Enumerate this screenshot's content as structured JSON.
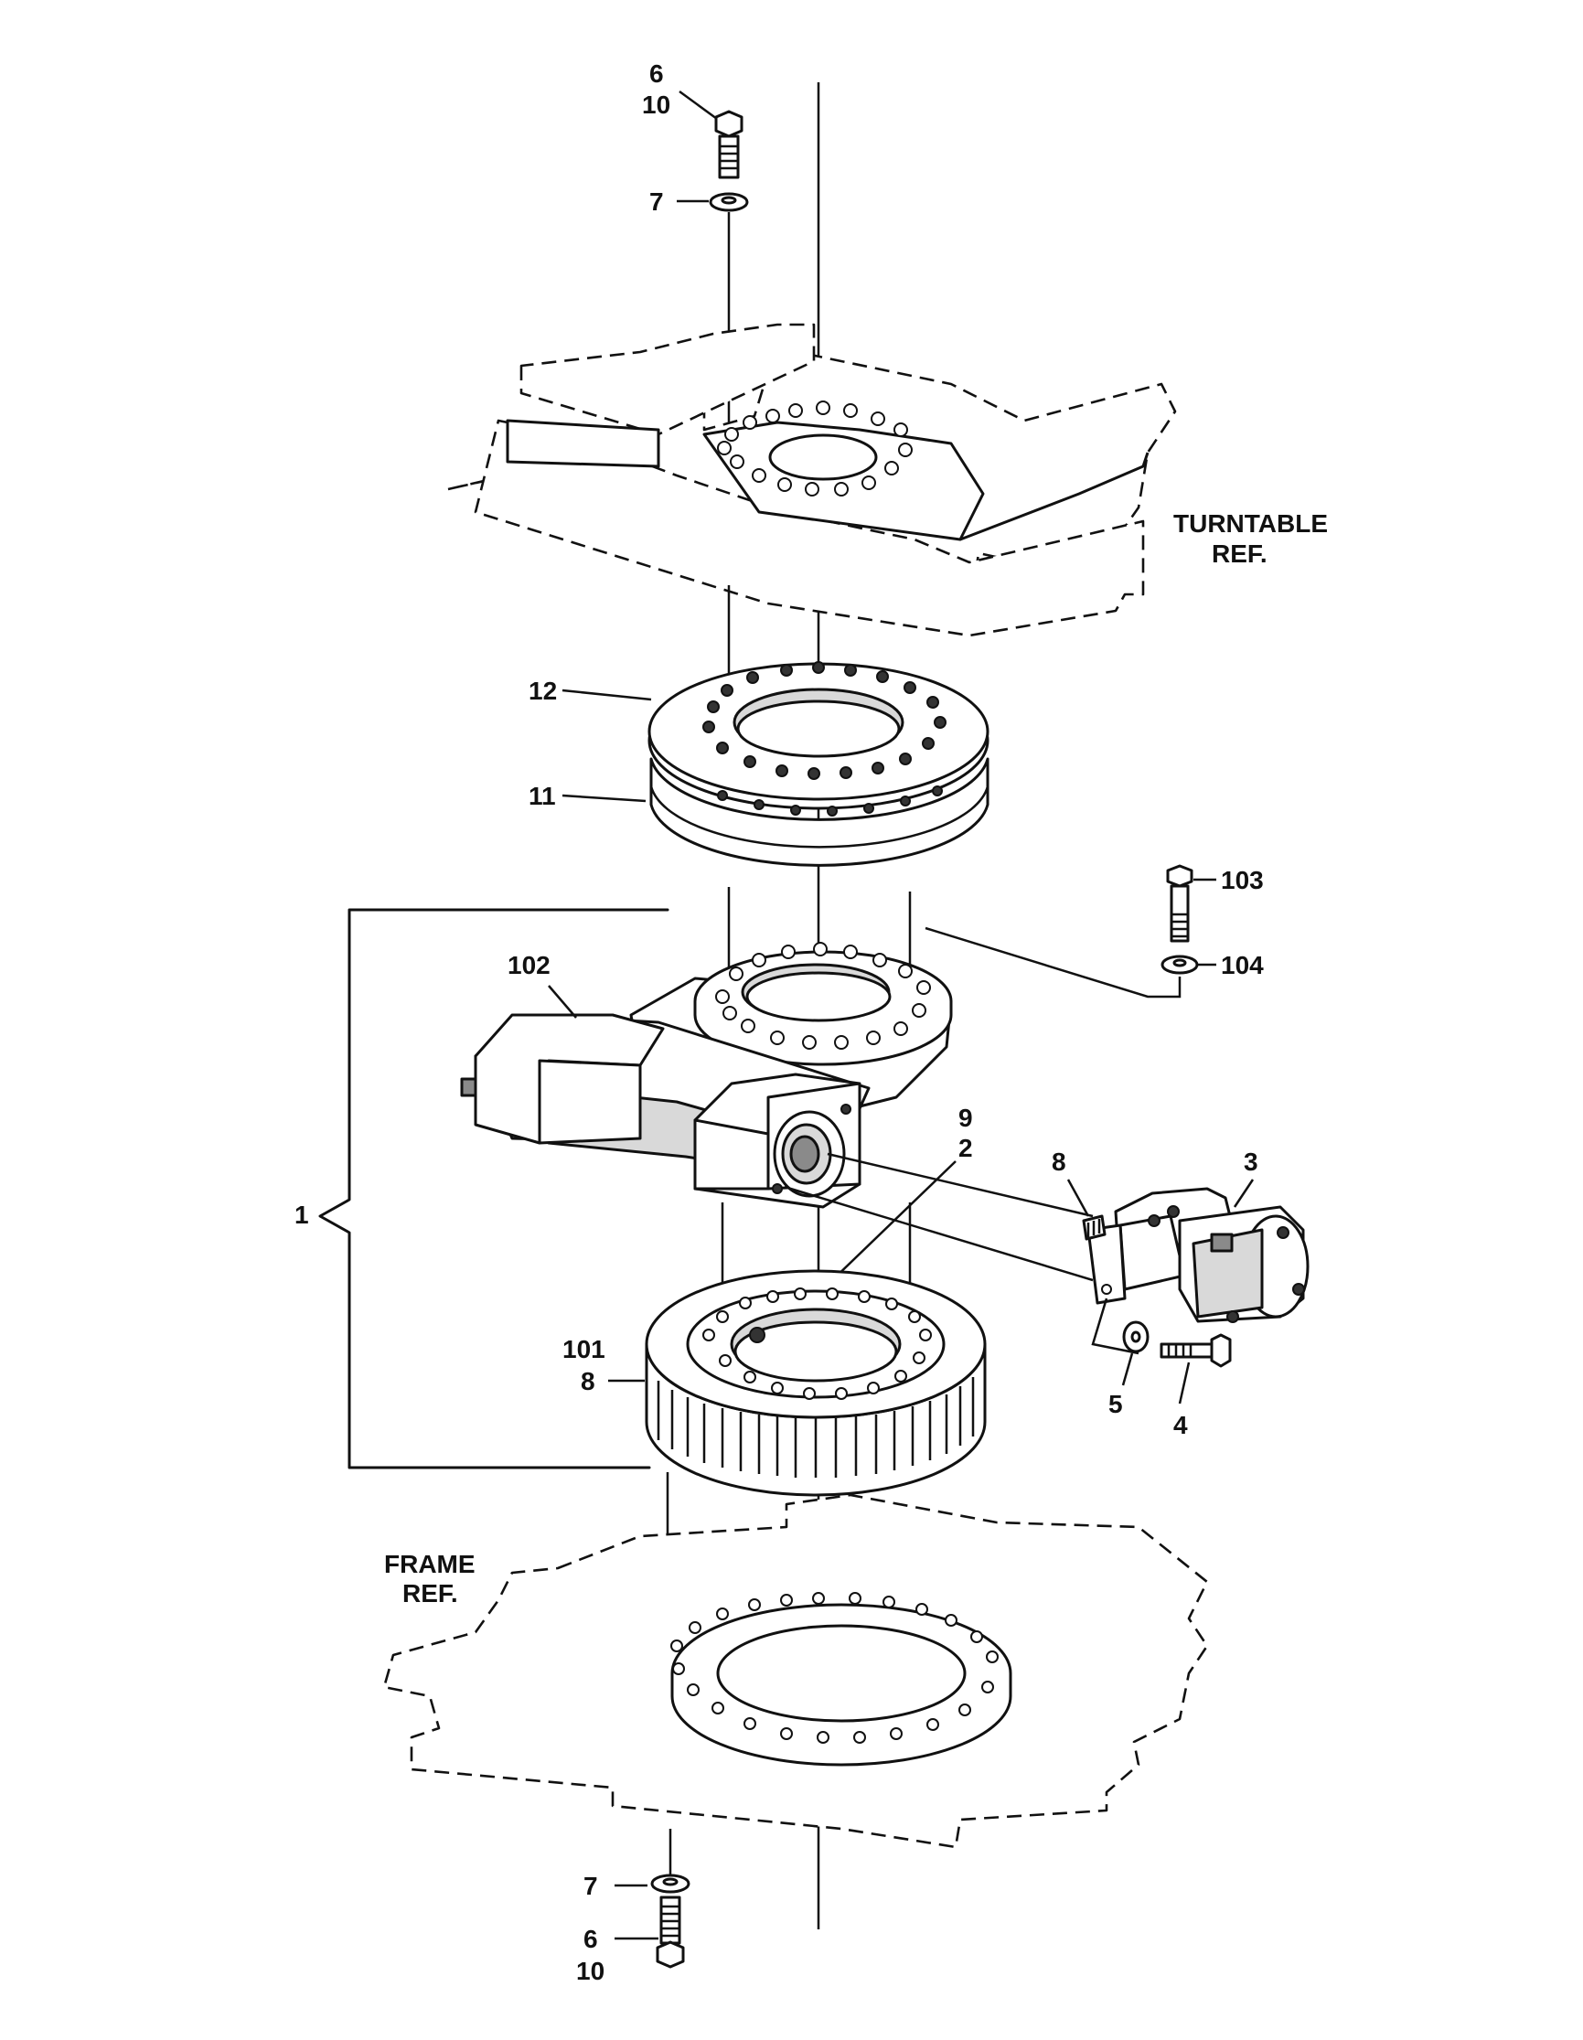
{
  "callouts": {
    "bolt_top_a": "6",
    "bolt_top_b": "10",
    "washer_top": "7",
    "turntable_line1": "TURNTABLE",
    "turntable_line2": "REF.",
    "part_12": "12",
    "part_11": "11",
    "part_103": "103",
    "part_104": "104",
    "part_102": "102",
    "part_1": "1",
    "part_9": "9",
    "part_2": "2",
    "part_8_motor": "8",
    "part_3": "3",
    "part_101": "101",
    "part_8_gear": "8",
    "part_5": "5",
    "part_4": "4",
    "frame_line1": "FRAME",
    "frame_line2": "REF.",
    "washer_bottom": "7",
    "bolt_bottom_a": "6",
    "bolt_bottom_b": "10"
  },
  "colors": {
    "ink": "#111111",
    "background": "#ffffff",
    "shade": "#d9d9d9"
  }
}
